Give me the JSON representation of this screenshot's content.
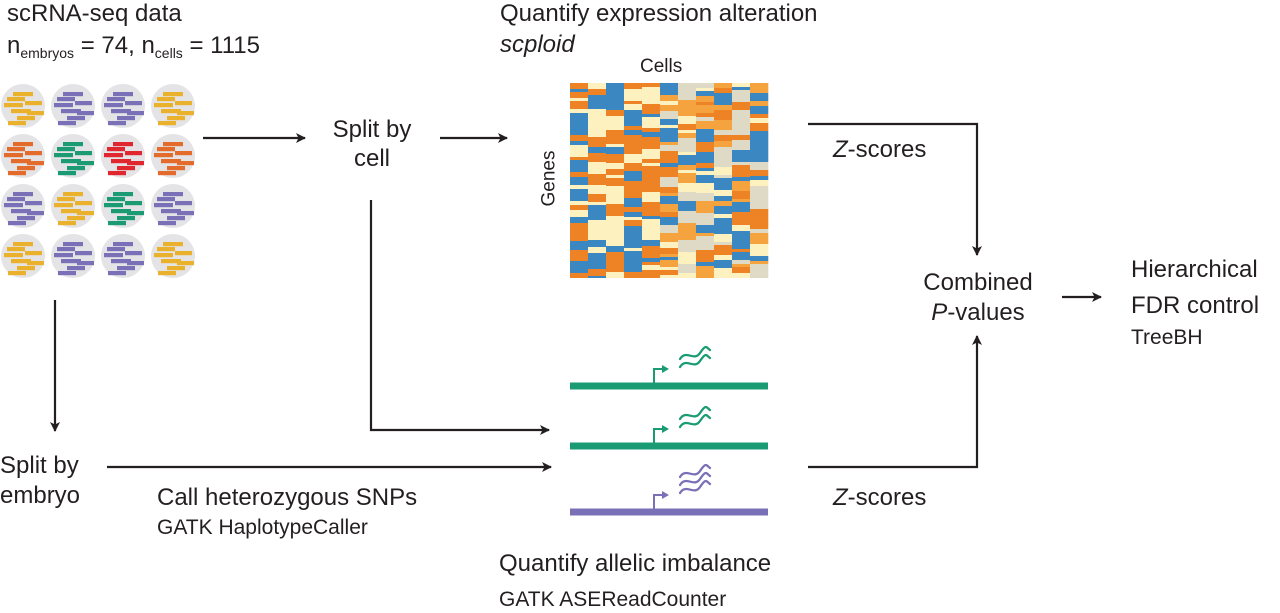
{
  "input": {
    "title": "scRNA-seq data",
    "n_symbol": "n",
    "embryos_sub": "embryos",
    "embryos_value": " = 74, ",
    "cells_sub": "cells",
    "cells_value": " = 1115",
    "embryo_grid_colors": [
      [
        "yellow",
        "purple",
        "purple",
        "yellow"
      ],
      [
        "orange",
        "green",
        "red",
        "orange"
      ],
      [
        "purple",
        "yellow",
        "green",
        "purple"
      ],
      [
        "yellow",
        "purple",
        "purple",
        "yellow"
      ]
    ]
  },
  "palette": {
    "yellow": "#eab12d",
    "purple": "#7a70b8",
    "orange": "#e36b2c",
    "green": "#1b9b73",
    "red": "#e0262f",
    "circle_bg": "#e4e3e5",
    "arrow": "#231f20",
    "heat_blue": "#3b87c2",
    "heat_orange": "#ee8326",
    "heat_lightorange": "#f5a33e",
    "heat_cream": "#fdf2bf",
    "heat_grey": "#dedac5",
    "gene_green": "#1b9b73",
    "gene_purple": "#7a70b8"
  },
  "split_cell": {
    "line1": "Split by",
    "line2": "cell"
  },
  "split_embryo": {
    "line1": "Split by",
    "line2": "embryo"
  },
  "expression": {
    "title": "Quantify expression alteration",
    "tool": "scploid",
    "heatmap_xlabel": "Cells",
    "heatmap_ylabel": "Genes",
    "heatmap_columns": 11,
    "heatmap_seed": 7
  },
  "snps": {
    "title": "Call heterozygous SNPs",
    "tool": "GATK HaplotypeCaller"
  },
  "allelic": {
    "title": "Quantify allelic imbalance",
    "tool": "GATK ASEReadCounter",
    "alleles": [
      "green",
      "green",
      "purple"
    ]
  },
  "zscores_top": {
    "italic": "Z",
    "rest": "-scores"
  },
  "zscores_bottom": {
    "italic": "Z",
    "rest": "-scores"
  },
  "combined": {
    "line1": "Combined",
    "line2_italic": "P",
    "line2_rest": "-values"
  },
  "fdr": {
    "line1": "Hierarchical",
    "line2": "FDR control",
    "tool": "TreeBH"
  }
}
